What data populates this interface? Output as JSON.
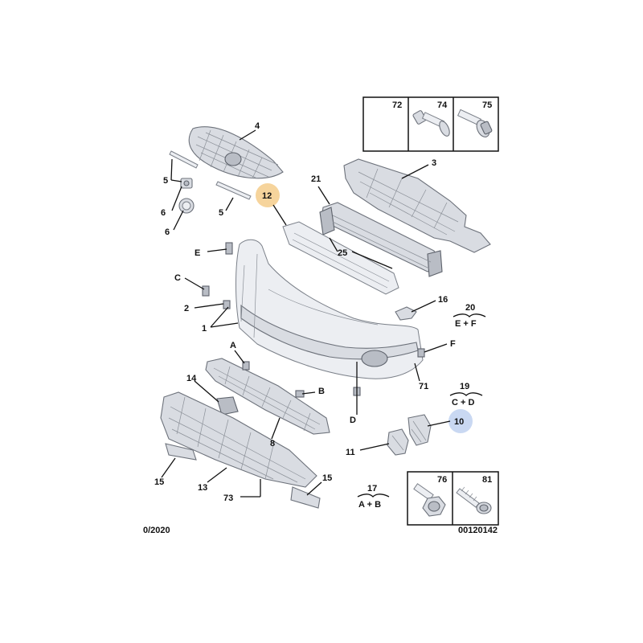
{
  "callouts": {
    "c1": "1",
    "c2": "2",
    "c3": "3",
    "c4": "4",
    "c5a": "5",
    "c5b": "5",
    "c6a": "6",
    "c6b": "6",
    "c8": "8",
    "c10": "10",
    "c11": "11",
    "c12": "12",
    "c13": "13",
    "c14": "14",
    "c15a": "15",
    "c15b": "15",
    "c16": "16",
    "c21": "21",
    "c25": "25",
    "c71": "71",
    "c73": "73",
    "cA": "A",
    "cB": "B",
    "cC": "C",
    "cD": "D",
    "cE": "E",
    "cF": "F"
  },
  "combos": {
    "c17": {
      "num": "17",
      "formula": "A + B"
    },
    "c19": {
      "num": "19",
      "formula": "C + D"
    },
    "c20": {
      "num": "20",
      "formula": "E + F"
    }
  },
  "fastener_box_top": {
    "col1": "72",
    "col2": "74",
    "col3": "75"
  },
  "fastener_box_bottom": {
    "col1": "76",
    "col2": "81"
  },
  "footer": {
    "date": "0/2020",
    "ref": "00120142"
  },
  "highlights": {
    "orange": "#f6d49c",
    "blue": "#c9d8f2"
  }
}
